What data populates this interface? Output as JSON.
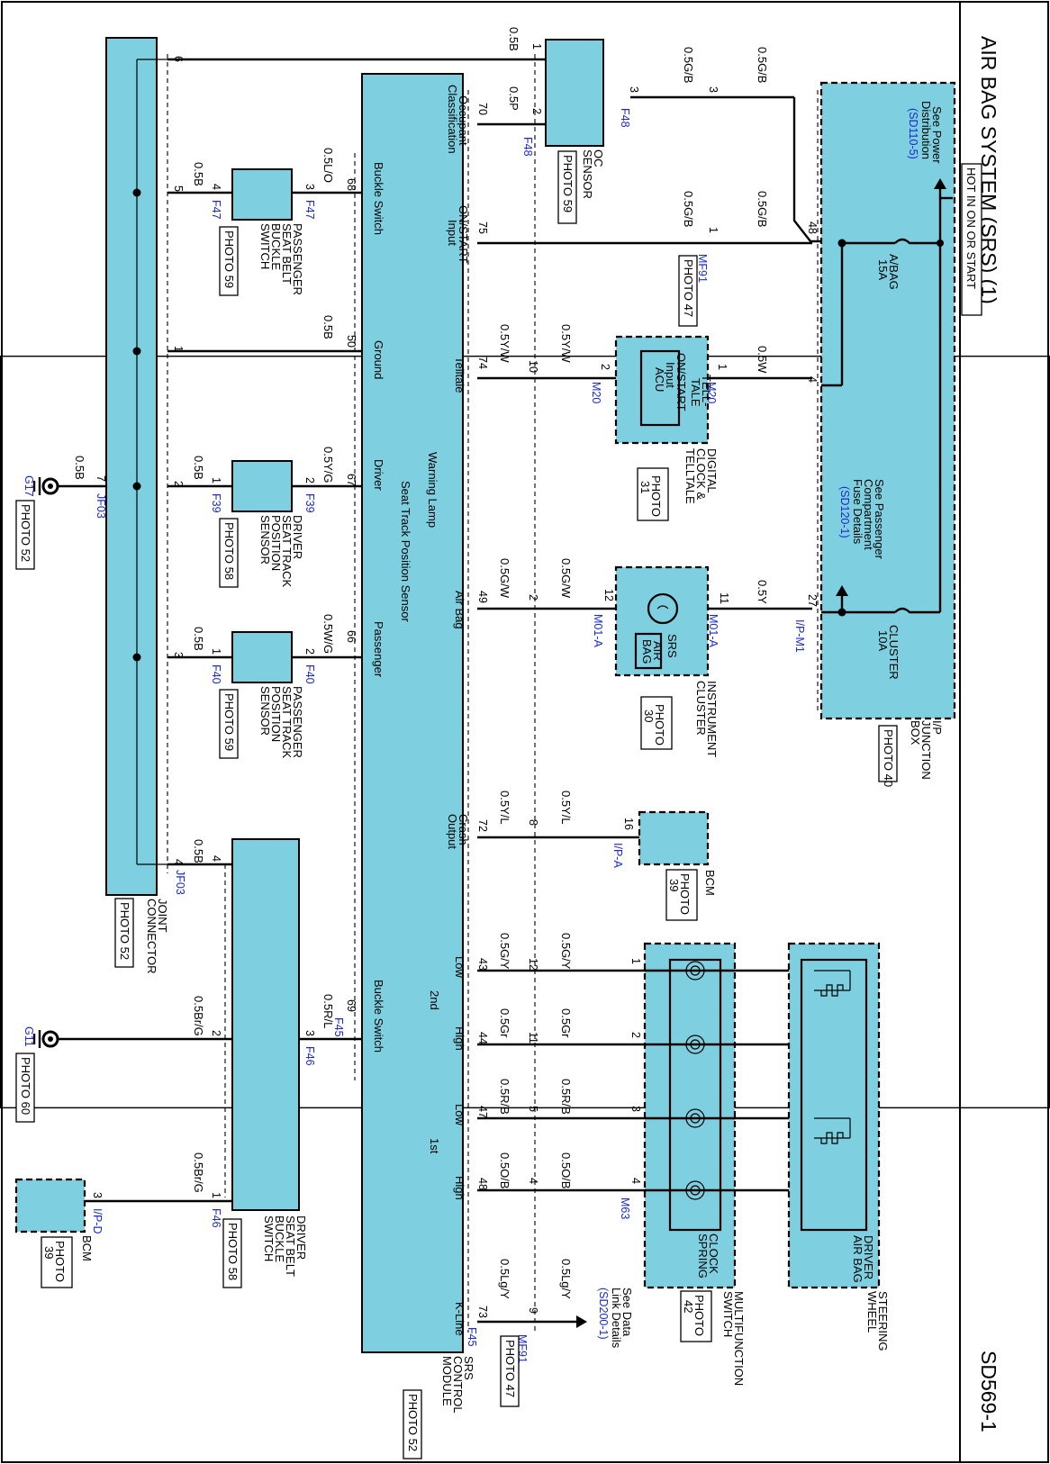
{
  "page": {
    "title": "AIR BAG SYSTEM (SRS) (1)",
    "code": "SD569-1",
    "hot_label": "HOT IN ON OR START"
  },
  "junction_box": {
    "name": [
      "I/P",
      "JUNCTION",
      "BOX"
    ],
    "photo": "PHOTO 40",
    "see_power": [
      "See Power",
      "Distribution"
    ],
    "see_power_ref": "(SD110-5)",
    "see_fuse": [
      "See Passenger",
      "Compartment",
      "Fuse Details"
    ],
    "see_fuse_ref": "(SD120-1)",
    "fuse1": [
      "A/BAG",
      "15A"
    ],
    "fuse2": [
      "CLUSTER",
      "10A"
    ],
    "pin_48": "48",
    "pin_4": "4",
    "pin_27": "27",
    "conn_ipm1": "I/P-M1"
  },
  "oc_sensor": {
    "name": [
      "OC",
      "SENSOR"
    ],
    "photo": "PHOTO 59",
    "pin_1": "1",
    "pin_2": "2",
    "pin_3": "3",
    "conn_f48": "F48"
  },
  "mf91": {
    "conn": "MF91",
    "photo": "PHOTO 47",
    "pin_1": "1",
    "pin_9": "9"
  },
  "telltale": {
    "name": [
      "DIGITAL",
      "CLOCK &",
      "TELLTALE"
    ],
    "photo": [
      "PHOTO",
      "31"
    ],
    "inner": [
      "ON/START",
      "Input",
      "ACU"
    ],
    "tell": [
      "TELL-",
      "TALE"
    ],
    "pin_1": "1",
    "pin_2": "2",
    "pin_10": "10",
    "conn": "M20"
  },
  "cluster": {
    "name": [
      "INSTRUMENT",
      "CLUSTER"
    ],
    "photo": [
      "PHOTO",
      "30"
    ],
    "srs": "SRS",
    "airbag": [
      "AIR",
      "BAG"
    ],
    "pin_11": "11",
    "pin_12": "12",
    "pin_2": "2",
    "conn": "M01-A"
  },
  "bcm_a": {
    "name": "BCM",
    "photo": [
      "PHOTO",
      "39"
    ],
    "pin_16": "16",
    "pin_8": "8",
    "conn": "I/P-A"
  },
  "clock_spring": {
    "name": [
      "CLOCK",
      "SPRING"
    ],
    "switch_name": [
      "MULTIFUNCTION",
      "SWITCH"
    ],
    "photo": [
      "PHOTO",
      "42"
    ],
    "pins": [
      "1",
      "2",
      "3",
      "4"
    ],
    "conn": "M63"
  },
  "steering": {
    "name": [
      "STEERING",
      "WHEEL"
    ],
    "airbag": [
      "DRIVER",
      "AIR BAG"
    ]
  },
  "data_link": {
    "text": [
      "See Data",
      "Link Details"
    ],
    "ref": "(SD200-1)"
  },
  "srs_module": {
    "name": [
      "SRS",
      "CONTROL",
      "MODULE"
    ],
    "photo": "PHOTO 52",
    "occupant": [
      "Occupant",
      "Classification"
    ],
    "on_start": [
      "ON/START",
      "Input"
    ],
    "telltale": "Telltale",
    "warning": "Warning Lamp",
    "airbag": "Air Bag",
    "crash": [
      "Crash",
      "Output"
    ],
    "low": "Low",
    "high": "High",
    "second": "2nd",
    "first": "1st",
    "kline": "K-Line",
    "buckle1": "Buckle Switch",
    "ground": "Ground",
    "driver": "Driver",
    "seat_track": "Seat Track Position Sensor",
    "passenger": "Passenger",
    "buckle2": "Buckle Switch",
    "pins_right": [
      "70",
      "75",
      "74",
      "49",
      "72",
      "43",
      "44",
      "47",
      "48",
      "73"
    ],
    "pins_left": [
      "68",
      "50",
      "67",
      "66",
      "69"
    ],
    "conn_f45": "F45"
  },
  "wire_colors": {
    "w_05b": "0.5B",
    "w_05p": "0.5P",
    "w_05gb": "0.5G/B",
    "w_05w": "0.5W",
    "w_05yw": "0.5Y/W",
    "w_05y": "0.5Y",
    "w_05gw": "0.5G/W",
    "w_05yl": "0.5Y/L",
    "w_05gy": "0.5G/Y",
    "w_05gr": "0.5Gr",
    "w_05rb": "0.5R/B",
    "w_05ob": "0.5O/B",
    "w_05lgy": "0.5Lg/Y",
    "w_05lo": "0.5L/O",
    "w_05yg": "0.5Y/G",
    "w_05wg": "0.5W/G",
    "w_05rl": "0.5R/L",
    "w_05brg": "0.5Br/G"
  },
  "joint": {
    "name": [
      "JOINT",
      "CONNECTOR"
    ],
    "photo": "PHOTO 52",
    "pin_6": "6",
    "pin_5": "5",
    "pin_1": "1",
    "pin_2": "2",
    "pin_3": "3",
    "pin_4": "4",
    "pin_7": "7",
    "conn": "JF03"
  },
  "pass_buckle": {
    "name": [
      "PASSENGER",
      "SEAT BELT",
      "BUCKLE",
      "SWITCH"
    ],
    "photo": "PHOTO 59",
    "pin_3": "3",
    "pin_4": "4",
    "conn": "F47"
  },
  "drv_track": {
    "name": [
      "DRIVER",
      "SEAT TRACK",
      "POSITION",
      "SENSOR"
    ],
    "photo": "PHOTO 58",
    "pin_1": "1",
    "pin_2": "2",
    "conn": "F39"
  },
  "pass_track": {
    "name": [
      "PASSENGER",
      "SEAT TRACK",
      "POSITION",
      "SENSOR"
    ],
    "photo": "PHOTO 59",
    "pin_1": "1",
    "pin_2": "2",
    "conn": "F40"
  },
  "drv_buckle": {
    "name": [
      "DRIVER",
      "SEAT BELT",
      "BUCKLE",
      "SWITCH"
    ],
    "photo": "PHOTO 58",
    "pin_4": "4",
    "pin_2": "2",
    "pin_3": "3",
    "pin_1": "1",
    "conn": "F46"
  },
  "grounds": {
    "g17": "G17",
    "g17_photo": "PHOTO 52",
    "g11": "G11",
    "g11_photo": "PHOTO 60"
  },
  "bcm_d": {
    "name": "BCM",
    "photo": [
      "PHOTO",
      "39"
    ],
    "pin_3": "3",
    "conn": "I/P-D"
  }
}
